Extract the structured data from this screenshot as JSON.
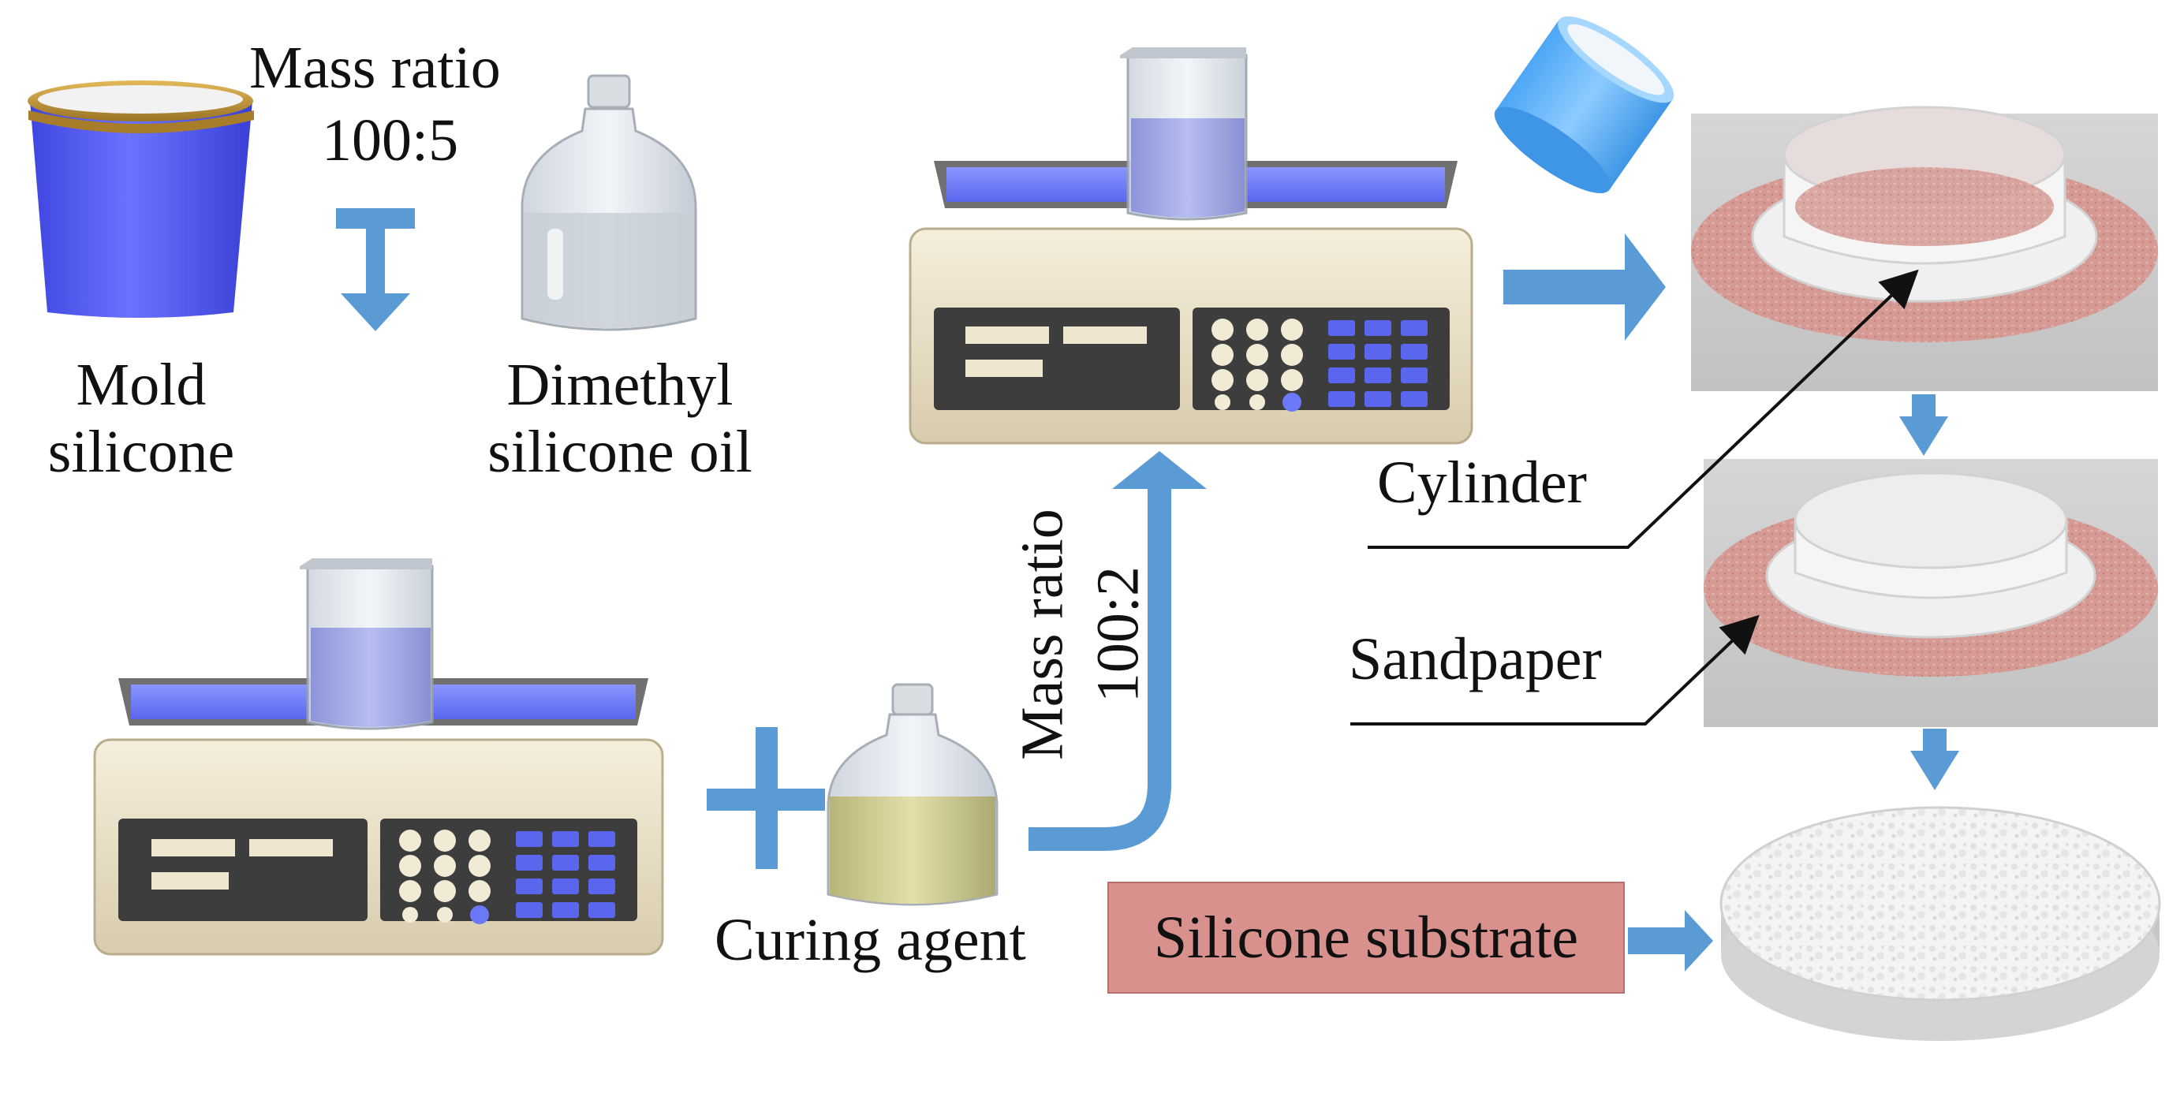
{
  "labels": {
    "mass_ratio_1": "Mass ratio",
    "ratio_1": "100:5",
    "mold_silicone_line1": "Mold",
    "mold_silicone_line2": "silicone",
    "dimethyl_line1": "Dimethyl",
    "dimethyl_line2": "silicone oil",
    "mass_ratio_2": "Mass ratio",
    "ratio_2": "100:2",
    "curing_agent": "Curing agent",
    "cylinder": "Cylinder",
    "sandpaper": "Sandpaper",
    "silicone_substrate": "Silicone substrate"
  },
  "colors": {
    "arrow_blue": "#5b9bd5",
    "bucket_blue": "#5c63f0",
    "bucket_rim": "#c79a3a",
    "scale_body": "#efe6cf",
    "scale_panel": "#3d3d3d",
    "scale_tray": "#6b78f7",
    "sandpaper_red": "#d89a94",
    "substrate_box": "#d9918d",
    "cylinder_blue": "#69b8ff"
  },
  "icons": [
    "silicone-bucket-icon",
    "oil-bottle-icon",
    "electronic-scale-icon",
    "beaker-icon",
    "curing-agent-bottle-icon",
    "plastic-cylinder-icon",
    "mold-assembly-icon",
    "silicone-substrate-disc-icon"
  ]
}
